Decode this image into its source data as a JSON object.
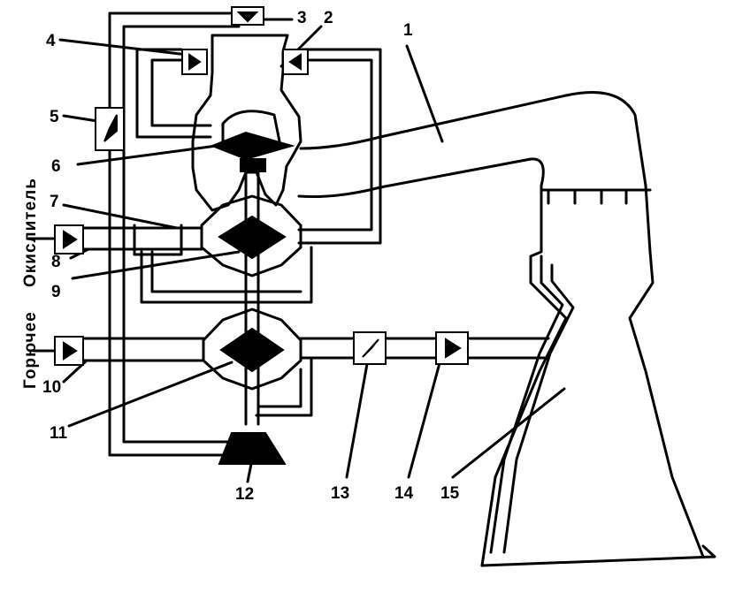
{
  "labels": {
    "n1": "1",
    "n2": "2",
    "n3": "3",
    "n4": "4",
    "n5": "5",
    "n6": "6",
    "n7": "7",
    "n8": "8",
    "n9": "9",
    "n10": "10",
    "n11": "11",
    "n12": "12",
    "n13": "13",
    "n14": "14",
    "n15": "15"
  },
  "side_labels": {
    "oxidizer": "Окислитель",
    "fuel": "Горючее"
  }
}
